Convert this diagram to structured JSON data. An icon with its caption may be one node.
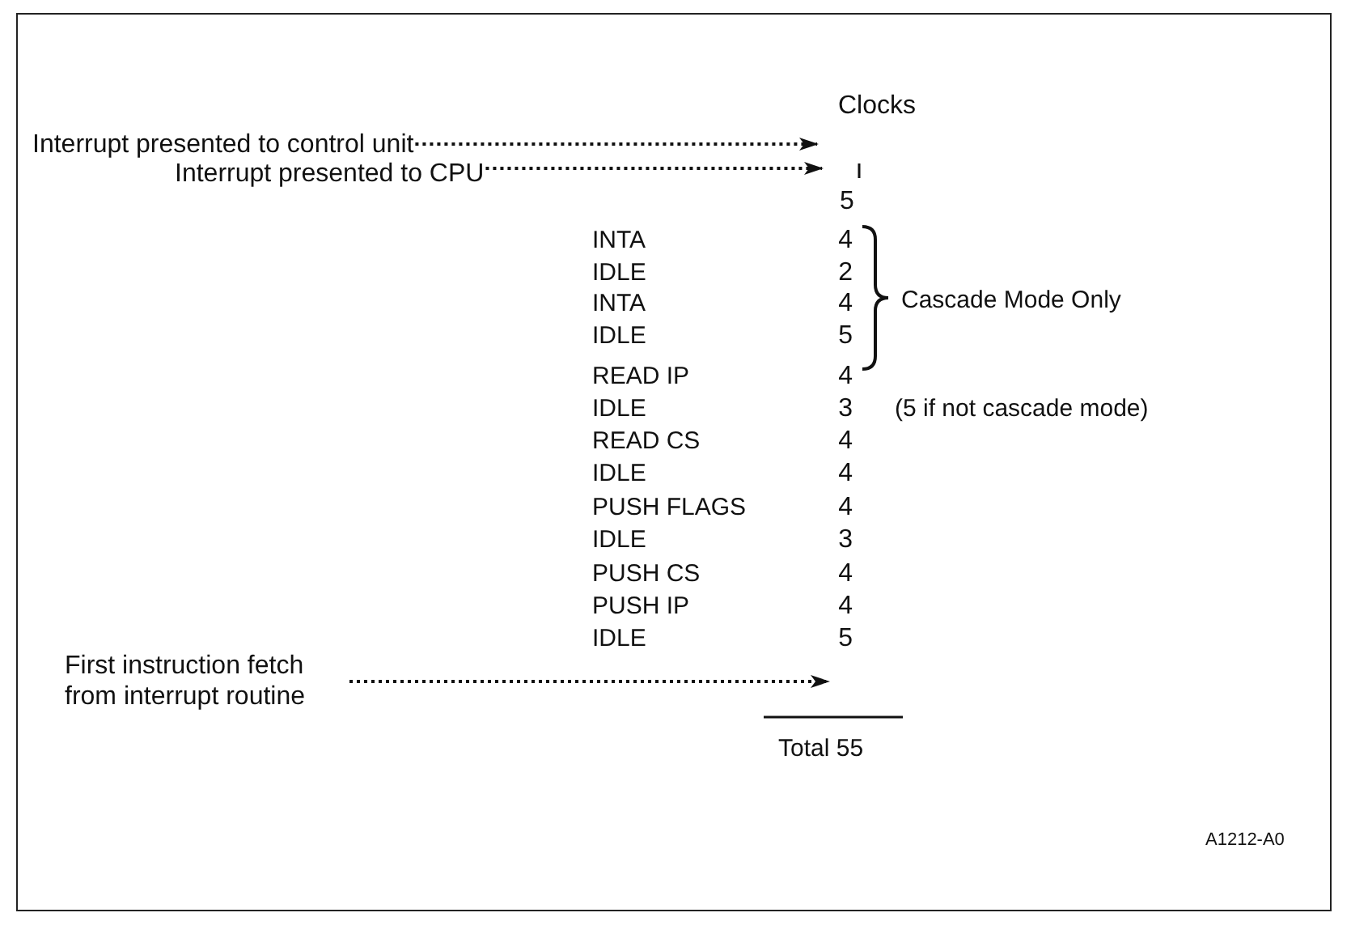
{
  "diagram": {
    "nodes": [
      {
        "text": [
          "Interrupt presented to control unit"
        ]
      },
      {
        "text": [
          "Interrupt presented to CPU"
        ]
      },
      {
        "text": [
          "First instruction fetch from interrupt routine"
        ]
      }
    ],
    "edges": [
      {
        "from": 0,
        "to": null,
        "arrow": "to"
      },
      {
        "from": 1,
        "to": null,
        "arrow": "to"
      },
      {
        "from": 2,
        "to": null,
        "arrow": "to"
      }
    ],
    "labels": [
      "Clocks",
      "5",
      "INTA",
      "4",
      "IDLE",
      "2",
      "INTA",
      "4",
      "IDLE",
      "5",
      "Cascade Mode Only",
      "READ IP",
      "4",
      "IDLE",
      "3",
      "(5 if not cascade mode)",
      "READ CS",
      "4",
      "IDLE",
      "4",
      "PUSH FLAGS",
      "4",
      "IDLE",
      "3",
      "PUSH CS",
      "4",
      "PUSH IP",
      "4",
      "IDLE",
      "5",
      "Total 55",
      "A1212-A0"
    ]
  }
}
